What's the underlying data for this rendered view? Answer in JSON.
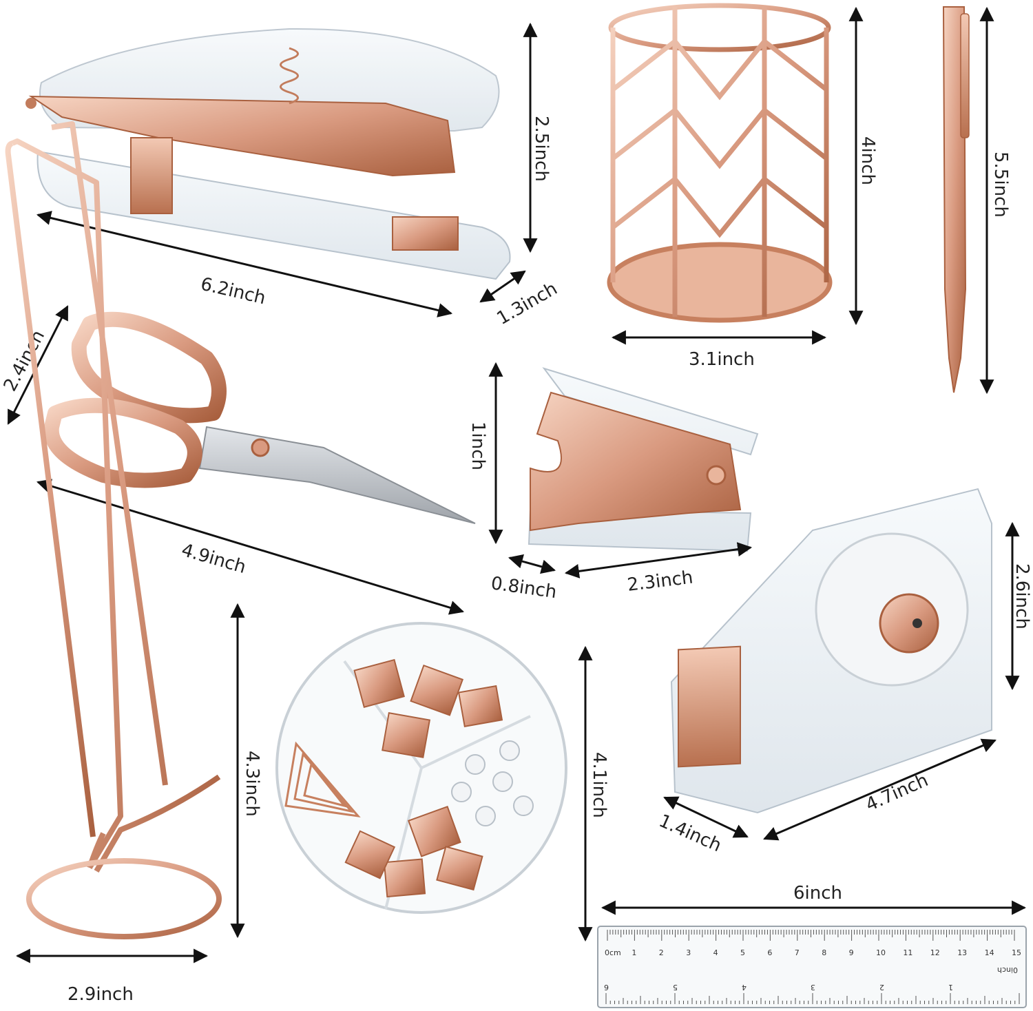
{
  "colors": {
    "rose_gold": "#d99a80",
    "rose_gold_dark": "#b8704f",
    "rose_gold_light": "#f3c9b4",
    "acrylic": "#e8eef3",
    "steel": "#b9bdc2",
    "arrow": "#111111"
  },
  "items": {
    "stapler": {
      "name": "stapler",
      "dims": {
        "length": "6.2inch",
        "height": "2.5inch",
        "width": "1.3inch"
      }
    },
    "pen_holder": {
      "name": "pen holder",
      "dims": {
        "height": "4inch",
        "width": "3.1inch"
      }
    },
    "pen": {
      "name": "pen",
      "dims": {
        "length": "5.5inch"
      }
    },
    "scissors": {
      "name": "scissors",
      "dims": {
        "length": "4.9inch",
        "width": "2.4inch"
      }
    },
    "staple_remover": {
      "name": "staple remover",
      "dims": {
        "height": "1inch",
        "width": "0.8inch",
        "length": "2.3inch"
      }
    },
    "tape_dispenser": {
      "name": "tape dispenser",
      "dims": {
        "height": "2.6inch",
        "length": "4.7inch",
        "width": "1.4inch"
      }
    },
    "phone_stand": {
      "name": "phone stand",
      "dims": {
        "height": "4.3inch",
        "width": "2.9inch"
      }
    },
    "clip_box": {
      "name": "clip box",
      "dims": {
        "height": "4.1inch"
      }
    },
    "ruler": {
      "name": "ruler",
      "dims": {
        "length": "6inch"
      },
      "cm_unit": "0cm",
      "inch_unit": "0inch",
      "cm_numbers": [
        "1",
        "2",
        "3",
        "4",
        "5",
        "6",
        "7",
        "8",
        "9",
        "10",
        "11",
        "12",
        "13",
        "14",
        "15"
      ],
      "inch_numbers": [
        "1",
        "2",
        "3",
        "4",
        "5",
        "6"
      ]
    }
  }
}
